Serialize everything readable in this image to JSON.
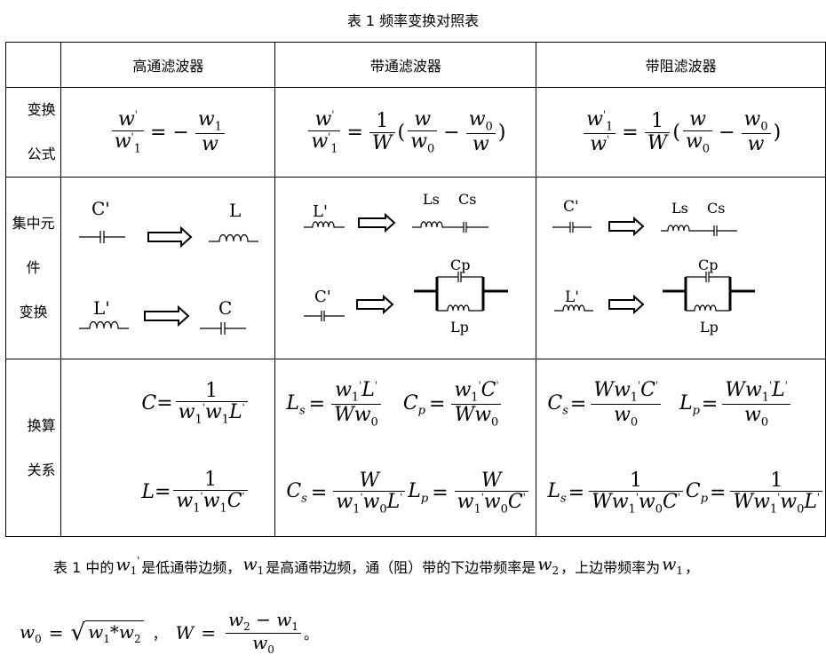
{
  "caption": "表 1  频率变换对照表",
  "headers": [
    "高通滤波器",
    "带通滤波器",
    "带阻滤波器"
  ],
  "row_labels": {
    "formula": [
      "变换",
      "公式"
    ],
    "elements": [
      "集中元件",
      "变换"
    ],
    "relations": [
      "换算",
      "关系"
    ]
  },
  "element_labels": {
    "C_prime": "C'",
    "L_prime": "L'",
    "L": "L",
    "C": "C",
    "Ls": "Ls",
    "Cs": "Cs",
    "Cp": "Cp",
    "Lp": "Lp"
  },
  "note": {
    "p1": "表 1 中的",
    "p2": "是低通带边频，",
    "p3": "是高通带边频，通（阻）带的下边带频率是",
    "p4": "，上边带频率为",
    "p5": "，"
  },
  "defs": {
    "comma": "，",
    "end": "。"
  }
}
